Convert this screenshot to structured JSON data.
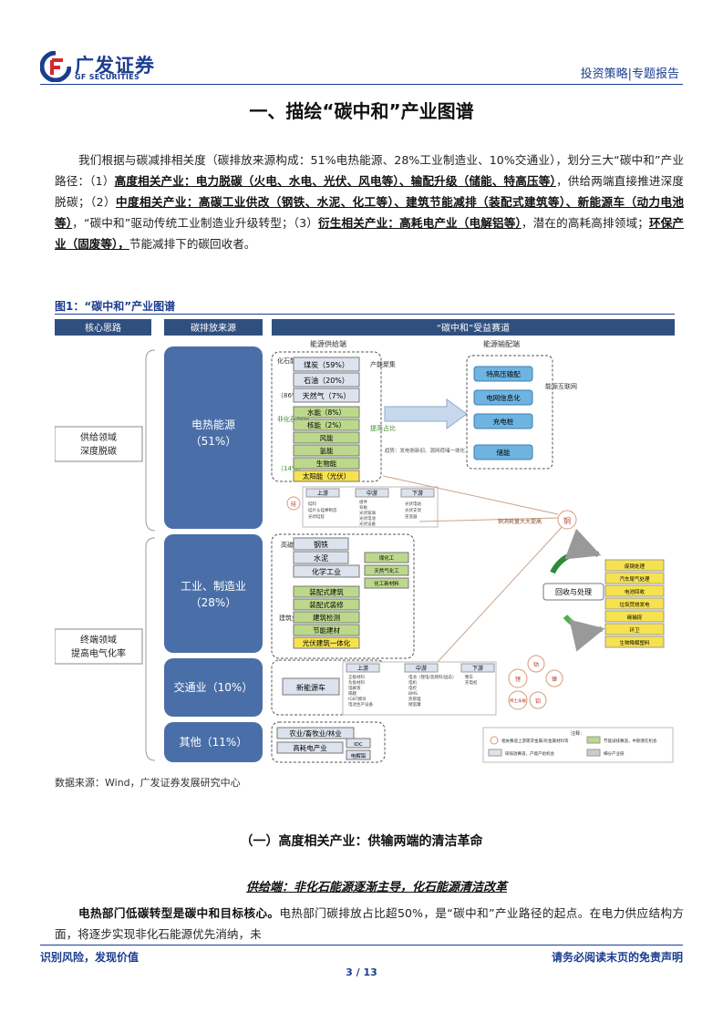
{
  "header": {
    "logo_cn": "广发证券",
    "logo_en": "GF SECURITIES",
    "right_text": "投资策略|专题报告"
  },
  "title": "一、描绘“碳中和”产业图谱",
  "intro": {
    "p1": "我们根据与碳减排相关度（碳排放来源构成：51%电热能源、28%工业制造业、10%交通业），划分三大“碳中和”产业路径：（1）",
    "b1": "高度相关产业：电力脱碳（火电、水电、光伏、风电等）、输配升级（储能、特高压等）",
    "p2": "，供给两端直接推进深度脱碳；（2）",
    "b2": "中度相关产业：高碳工业供改（钢铁、水泥、化工等）、建筑节能减排（装配式建筑等）、新能源车（动力电池等）",
    "p3": "，“碳中和”驱动传统工业制造业升级转型；（3）",
    "b3": "衍生相关产业：高耗电产业（电解铝等）",
    "p4": "，潜在的高耗高排领域；",
    "b4": "环保产业（固废等），",
    "p5": "节能减排下的碳回收者。"
  },
  "figure": {
    "label": "图1：“碳中和”产业图谱",
    "headers": [
      "核心思路",
      "碳排放来源",
      "“碳中和”受益赛道"
    ],
    "core_ideas": [
      "供给领域\n深度脱碳",
      "终端领域\n提高电气化率"
    ],
    "sources": [
      {
        "name": "电热能源",
        "pct": "（51%）"
      },
      {
        "name": "工业、制造业",
        "pct": "（28%）"
      },
      {
        "name": "交通业（10%）",
        "pct": ""
      },
      {
        "name": "其他（11%）",
        "pct": ""
      }
    ],
    "energy": {
      "supply_title": "能源供给端",
      "transmission_title": "能源输配端",
      "fossil_label": "化石能源",
      "fossil_pct": "（86%）",
      "fossil_items": [
        "煤炭（59%）",
        "石油（20%）",
        "天然气（7%）"
      ],
      "capacity_note": "产能聚集",
      "nonfossil_label": "非化石能源",
      "nonfossil_pct": "（14%）",
      "nonfossil_items": [
        "水能（8%）",
        "核能（2%）",
        "风能",
        "氢能",
        "生物能",
        "太阳能（光伏）"
      ],
      "raise_note": "提高占比",
      "grid_items": [
        "特高压输配",
        "电网信息化",
        "充电桩",
        "储能"
      ],
      "internet_note": "能源互联网",
      "mode_note": "趋势：发电侧新旧、源网荷储一体化，\n交通“新能源+储能”模式",
      "chain": {
        "up": "上游",
        "mid": "中游",
        "down": "下游"
      },
      "silicon": "硅",
      "pv_up": [
        "硅料",
        "硅片＆硅棒制造",
        "光伏硅锭"
      ],
      "pv_mid": [
        "组件",
        "背板",
        "光伏玻璃",
        "光伏电池",
        "光伏设备"
      ],
      "pv_down": [
        "光伏电站",
        "光伏支架",
        "逆变器"
      ],
      "copper_note": "铜消耗量大大提高",
      "copper": "铜"
    },
    "industry": {
      "high_carbon_label": "高碳工业",
      "high_carbon_items": [
        "钢铁",
        "水泥",
        "化学工业"
      ],
      "chem_items": [
        "煤化工",
        "天然气化工",
        "化工新材料"
      ],
      "building_label": "建筑业",
      "building_items": [
        "装配式建筑",
        "装配式装修",
        "建筑检测",
        "节能建材",
        "光伏建筑一体化"
      ],
      "recycle": "回收与处理",
      "recycle_items": [
        "废钢处理",
        "汽车尾气处理",
        "电池回收",
        "垃圾焚烧发电",
        "碳捕捉",
        "环卫",
        "生物降解塑料"
      ]
    },
    "transport": {
      "nev": "新能源车",
      "up_items": [
        "正极材料",
        "负极材料",
        "电解液",
        "隔膜",
        "IGBT模块",
        "电池生产设备"
      ],
      "mid_items": [
        "电池（锂电/氢燃料/固态）",
        "电机",
        "电控",
        "BMS",
        "热管理",
        "储氢罐"
      ],
      "down_items": [
        "整车",
        "充电桩"
      ],
      "metals": [
        "锂",
        "钴",
        "镍",
        "稀土永磁",
        "铂"
      ]
    },
    "other": {
      "items": [
        "农业/畜牧业/林业",
        "高耗电产业"
      ],
      "sub": [
        "IDC",
        "电解铝"
      ]
    },
    "legend": {
      "title": "注释：",
      "items": [
        "相关赛道上游需求金属/有金属材料等",
        "节能减排赛道，中期潜在机会",
        "碳排放赛道，产能产组机会",
        "细分产业链"
      ]
    }
  },
  "source": "数据来源：Wind，广发证券发展研究中心",
  "section_title": "（一）高度相关产业：供输两端的清洁革命",
  "subheading": "供给端：非化石能源逐渐主导，化石能源清洁改革",
  "para2": {
    "bold": "电热部门低碳转型是碳中和目标核心。",
    "text": "电热部门碳排放占比超50%，是“碳中和”产业路径的起点。在电力供应结构方面，将逐步实现非化石能源优先消纳，未"
  },
  "footer": {
    "left": "识别风险，发现价值",
    "page": "3 / 13",
    "right": "请务必阅读末页的免责声明"
  },
  "colors": {
    "brand": "#1b3d8f",
    "source_box": "#4a6fa8",
    "header_fill": "#2f4f7f",
    "green": "#8bb84a",
    "yellow": "#f6e24e",
    "grid_blue": "#6fb4e0"
  }
}
